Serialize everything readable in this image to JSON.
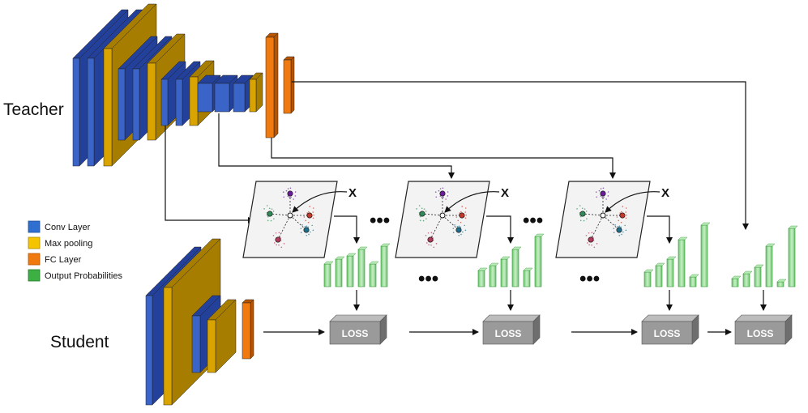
{
  "labels": {
    "teacher": "Teacher",
    "student": "Student",
    "x_mark": "X",
    "loss": "LOSS",
    "ellipsis": "•••"
  },
  "legend": [
    {
      "label": "Conv Layer",
      "color": "#2f5fc0"
    },
    {
      "label": "Max pooling",
      "color": "#f2c300"
    },
    {
      "label": "FC Layer",
      "color": "#f07010"
    },
    {
      "label": "Output Probabilities",
      "color": "#3cb043"
    }
  ],
  "colors": {
    "conv": "#3b64c8",
    "conv_dark": "#23409a",
    "pool": "#d9a400",
    "pool_dark": "#a77d00",
    "fc": "#f07a10",
    "fc_dark": "#b85400",
    "prob": "#8fd98f",
    "prob_dark": "#3a9a3a",
    "loss": "#9a9a9a",
    "loss_dark": "#6e6e6e"
  }
}
